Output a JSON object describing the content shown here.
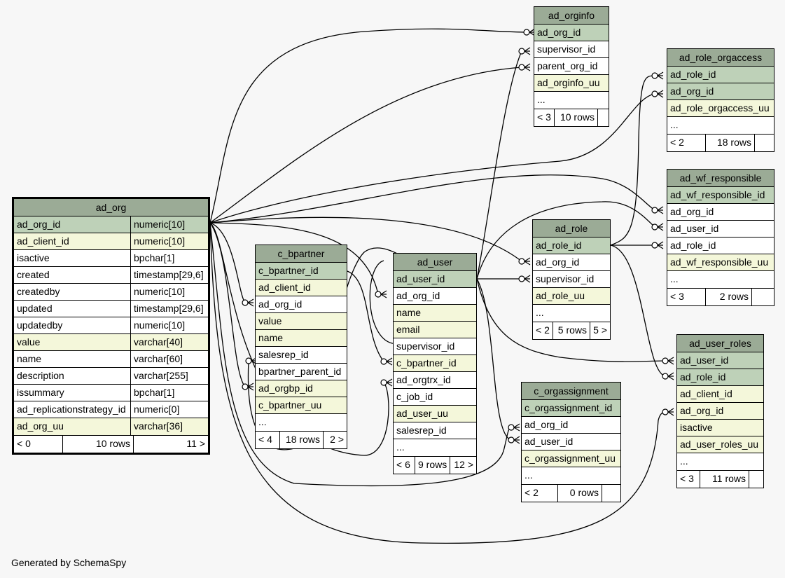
{
  "footer": "Generated by SchemaSpy",
  "tables": {
    "ad_org": {
      "name": "ad_org",
      "columns": [
        {
          "name": "ad_org_id",
          "type": "numeric[10]",
          "kind": "pk"
        },
        {
          "name": "ad_client_id",
          "type": "numeric[10]",
          "kind": "idx"
        },
        {
          "name": "isactive",
          "type": "bpchar[1]",
          "kind": "plain"
        },
        {
          "name": "created",
          "type": "timestamp[29,6]",
          "kind": "plain"
        },
        {
          "name": "createdby",
          "type": "numeric[10]",
          "kind": "plain"
        },
        {
          "name": "updated",
          "type": "timestamp[29,6]",
          "kind": "plain"
        },
        {
          "name": "updatedby",
          "type": "numeric[10]",
          "kind": "plain"
        },
        {
          "name": "value",
          "type": "varchar[40]",
          "kind": "idx"
        },
        {
          "name": "name",
          "type": "varchar[60]",
          "kind": "plain"
        },
        {
          "name": "description",
          "type": "varchar[255]",
          "kind": "plain"
        },
        {
          "name": "issummary",
          "type": "bpchar[1]",
          "kind": "plain"
        },
        {
          "name": "ad_replicationstrategy_id",
          "type": "numeric[0]",
          "kind": "plain"
        },
        {
          "name": "ad_org_uu",
          "type": "varchar[36]",
          "kind": "idx"
        }
      ],
      "footer": [
        "< 0",
        "10 rows",
        "11 >"
      ]
    },
    "c_bpartner": {
      "name": "c_bpartner",
      "columns": [
        {
          "name": "c_bpartner_id",
          "kind": "pk"
        },
        {
          "name": "ad_client_id",
          "kind": "idx"
        },
        {
          "name": "ad_org_id",
          "kind": "plain"
        },
        {
          "name": "value",
          "kind": "idx"
        },
        {
          "name": "name",
          "kind": "idx"
        },
        {
          "name": "salesrep_id",
          "kind": "plain"
        },
        {
          "name": "bpartner_parent_id",
          "kind": "plain"
        },
        {
          "name": "ad_orgbp_id",
          "kind": "idx"
        },
        {
          "name": "c_bpartner_uu",
          "kind": "idx"
        },
        {
          "name": "...",
          "kind": "plain"
        }
      ],
      "footer": [
        "< 4",
        "18 rows",
        "2 >"
      ]
    },
    "ad_user": {
      "name": "ad_user",
      "columns": [
        {
          "name": "ad_user_id",
          "kind": "pk"
        },
        {
          "name": "ad_org_id",
          "kind": "plain"
        },
        {
          "name": "name",
          "kind": "idx"
        },
        {
          "name": "email",
          "kind": "idx"
        },
        {
          "name": "supervisor_id",
          "kind": "plain"
        },
        {
          "name": "c_bpartner_id",
          "kind": "idx"
        },
        {
          "name": "ad_orgtrx_id",
          "kind": "plain"
        },
        {
          "name": "c_job_id",
          "kind": "plain"
        },
        {
          "name": "ad_user_uu",
          "kind": "idx"
        },
        {
          "name": "salesrep_id",
          "kind": "plain"
        },
        {
          "name": "...",
          "kind": "plain"
        }
      ],
      "footer": [
        "< 6",
        "9 rows",
        "12 >"
      ]
    },
    "ad_orginfo": {
      "name": "ad_orginfo",
      "columns": [
        {
          "name": "ad_org_id",
          "kind": "pk"
        },
        {
          "name": "supervisor_id",
          "kind": "plain"
        },
        {
          "name": "parent_org_id",
          "kind": "plain"
        },
        {
          "name": "ad_orginfo_uu",
          "kind": "idx"
        },
        {
          "name": "...",
          "kind": "plain"
        }
      ],
      "footer": [
        "< 3",
        "10 rows",
        ""
      ]
    },
    "ad_role": {
      "name": "ad_role",
      "columns": [
        {
          "name": "ad_role_id",
          "kind": "pk"
        },
        {
          "name": "ad_org_id",
          "kind": "plain"
        },
        {
          "name": "supervisor_id",
          "kind": "plain"
        },
        {
          "name": "ad_role_uu",
          "kind": "idx"
        },
        {
          "name": "...",
          "kind": "plain"
        }
      ],
      "footer": [
        "< 2",
        "5 rows",
        "5 >"
      ]
    },
    "c_orgassignment": {
      "name": "c_orgassignment",
      "columns": [
        {
          "name": "c_orgassignment_id",
          "kind": "pk"
        },
        {
          "name": "ad_org_id",
          "kind": "plain"
        },
        {
          "name": "ad_user_id",
          "kind": "plain"
        },
        {
          "name": "c_orgassignment_uu",
          "kind": "idx"
        },
        {
          "name": "...",
          "kind": "plain"
        }
      ],
      "footer": [
        "< 2",
        "0 rows",
        ""
      ]
    },
    "ad_role_orgaccess": {
      "name": "ad_role_orgaccess",
      "columns": [
        {
          "name": "ad_role_id",
          "kind": "pk"
        },
        {
          "name": "ad_org_id",
          "kind": "pk"
        },
        {
          "name": "ad_role_orgaccess_uu",
          "kind": "idx"
        },
        {
          "name": "...",
          "kind": "plain"
        }
      ],
      "footer": [
        "< 2",
        "18 rows",
        ""
      ]
    },
    "ad_wf_responsible": {
      "name": "ad_wf_responsible",
      "columns": [
        {
          "name": "ad_wf_responsible_id",
          "kind": "pk"
        },
        {
          "name": "ad_org_id",
          "kind": "plain"
        },
        {
          "name": "ad_user_id",
          "kind": "plain"
        },
        {
          "name": "ad_role_id",
          "kind": "plain"
        },
        {
          "name": "ad_wf_responsible_uu",
          "kind": "idx"
        },
        {
          "name": "...",
          "kind": "plain"
        }
      ],
      "footer": [
        "< 3",
        "2 rows",
        ""
      ]
    },
    "ad_user_roles": {
      "name": "ad_user_roles",
      "columns": [
        {
          "name": "ad_user_id",
          "kind": "pk"
        },
        {
          "name": "ad_role_id",
          "kind": "pk"
        },
        {
          "name": "ad_client_id",
          "kind": "idx"
        },
        {
          "name": "ad_org_id",
          "kind": "idx"
        },
        {
          "name": "isactive",
          "kind": "idx"
        },
        {
          "name": "ad_user_roles_uu",
          "kind": "idx"
        },
        {
          "name": "...",
          "kind": "plain"
        }
      ],
      "footer": [
        "< 3",
        "11 rows",
        ""
      ]
    }
  }
}
